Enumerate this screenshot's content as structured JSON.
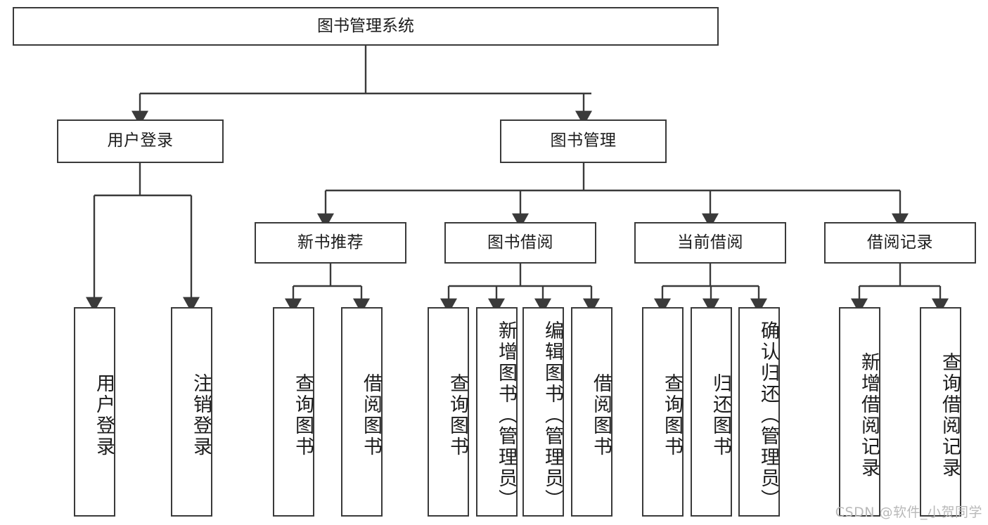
{
  "diagram": {
    "title": "图书管理系统",
    "type": "tree-hierarchy-chart",
    "root": {
      "id": "root",
      "label": "图书管理系统"
    },
    "level2": [
      {
        "id": "user-login",
        "label": "用户登录"
      },
      {
        "id": "book-manage",
        "label": "图书管理"
      }
    ],
    "level3": [
      {
        "id": "new-book-recommend",
        "label": "新书推荐",
        "parent": "book-manage"
      },
      {
        "id": "book-borrow",
        "label": "图书借阅",
        "parent": "book-manage"
      },
      {
        "id": "current-borrow",
        "label": "当前借阅",
        "parent": "book-manage"
      },
      {
        "id": "borrow-record",
        "label": "借阅记录",
        "parent": "book-manage"
      }
    ],
    "leaves": {
      "user-login": [
        {
          "id": "leaf-user-login",
          "label": "用户登录"
        },
        {
          "id": "leaf-user-logout",
          "label": "注销登录"
        }
      ],
      "new-book-recommend": [
        {
          "id": "leaf-query-book-1",
          "label": "查询图书"
        },
        {
          "id": "leaf-borrow-book-1",
          "label": "借阅图书"
        }
      ],
      "book-borrow": [
        {
          "id": "leaf-query-book-2",
          "label": "查询图书"
        },
        {
          "id": "leaf-add-book",
          "label": "新增图书（管理员）"
        },
        {
          "id": "leaf-edit-book",
          "label": "编辑图书（管理员）"
        },
        {
          "id": "leaf-borrow-book-2",
          "label": "借阅图书"
        }
      ],
      "current-borrow": [
        {
          "id": "leaf-query-book-3",
          "label": "查询图书"
        },
        {
          "id": "leaf-return-book",
          "label": "归还图书"
        },
        {
          "id": "leaf-confirm-return",
          "label": "确认归还（管理员）"
        }
      ],
      "borrow-record": [
        {
          "id": "leaf-add-record",
          "label": "新增借阅记录"
        },
        {
          "id": "leaf-query-record",
          "label": "查询借阅记录"
        }
      ]
    }
  },
  "watermark": {
    "text": "CSDN @软件_小贺同学"
  },
  "colors": {
    "stroke": "#3a3a3a",
    "background": "#ffffff",
    "text": "#1c1c1c",
    "watermark": "#b9b9b9"
  }
}
